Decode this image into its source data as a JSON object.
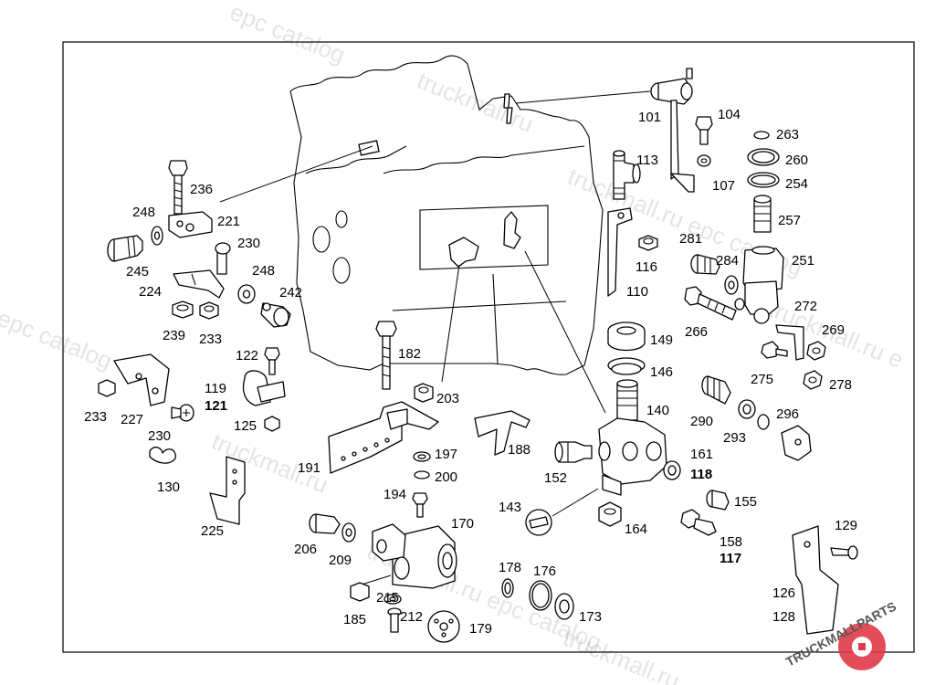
{
  "diagram": {
    "labels": [
      {
        "id": "101",
        "text": "101",
        "bold": false
      },
      {
        "id": "104",
        "text": "104",
        "bold": false
      },
      {
        "id": "263",
        "text": "263",
        "bold": false
      },
      {
        "id": "260",
        "text": "260",
        "bold": false
      },
      {
        "id": "107",
        "text": "107",
        "bold": false
      },
      {
        "id": "254",
        "text": "254",
        "bold": false
      },
      {
        "id": "113",
        "text": "113",
        "bold": false
      },
      {
        "id": "257",
        "text": "257",
        "bold": false
      },
      {
        "id": "116",
        "text": "116",
        "bold": false
      },
      {
        "id": "110",
        "text": "110",
        "bold": false
      },
      {
        "id": "281",
        "text": "281",
        "bold": false
      },
      {
        "id": "284",
        "text": "284",
        "bold": false
      },
      {
        "id": "251",
        "text": "251",
        "bold": false
      },
      {
        "id": "272",
        "text": "272",
        "bold": false
      },
      {
        "id": "266",
        "text": "266",
        "bold": false
      },
      {
        "id": "269",
        "text": "269",
        "bold": false
      },
      {
        "id": "275",
        "text": "275",
        "bold": false
      },
      {
        "id": "278",
        "text": "278",
        "bold": false
      },
      {
        "id": "149",
        "text": "149",
        "bold": false
      },
      {
        "id": "146",
        "text": "146",
        "bold": false
      },
      {
        "id": "140",
        "text": "140",
        "bold": false
      },
      {
        "id": "290",
        "text": "290",
        "bold": false
      },
      {
        "id": "293",
        "text": "293",
        "bold": false
      },
      {
        "id": "296",
        "text": "296",
        "bold": false
      },
      {
        "id": "161",
        "text": "161",
        "bold": false
      },
      {
        "id": "118",
        "text": "118",
        "bold": true
      },
      {
        "id": "152",
        "text": "152",
        "bold": false
      },
      {
        "id": "155",
        "text": "155",
        "bold": false
      },
      {
        "id": "143",
        "text": "143",
        "bold": false
      },
      {
        "id": "164",
        "text": "164",
        "bold": false
      },
      {
        "id": "158",
        "text": "158",
        "bold": false
      },
      {
        "id": "117",
        "text": "117",
        "bold": true
      },
      {
        "id": "129",
        "text": "129",
        "bold": false
      },
      {
        "id": "126",
        "text": "126",
        "bold": false
      },
      {
        "id": "128",
        "text": "128",
        "bold": false
      },
      {
        "id": "236",
        "text": "236",
        "bold": false
      },
      {
        "id": "248a",
        "text": "248",
        "bold": false
      },
      {
        "id": "221",
        "text": "221",
        "bold": false
      },
      {
        "id": "230a",
        "text": "230",
        "bold": false
      },
      {
        "id": "245",
        "text": "245",
        "bold": false
      },
      {
        "id": "248b",
        "text": "248",
        "bold": false
      },
      {
        "id": "224",
        "text": "224",
        "bold": false
      },
      {
        "id": "242",
        "text": "242",
        "bold": false
      },
      {
        "id": "239",
        "text": "239",
        "bold": false
      },
      {
        "id": "233a",
        "text": "233",
        "bold": false
      },
      {
        "id": "182",
        "text": "182",
        "bold": false
      },
      {
        "id": "122",
        "text": "122",
        "bold": false
      },
      {
        "id": "119",
        "text": "119",
        "bold": false
      },
      {
        "id": "121",
        "text": "121",
        "bold": true
      },
      {
        "id": "125",
        "text": "125",
        "bold": false
      },
      {
        "id": "233b",
        "text": "233",
        "bold": false
      },
      {
        "id": "227",
        "text": "227",
        "bold": false
      },
      {
        "id": "230b",
        "text": "230",
        "bold": false
      },
      {
        "id": "130",
        "text": "130",
        "bold": false
      },
      {
        "id": "225",
        "text": "225",
        "bold": false
      },
      {
        "id": "203",
        "text": "203",
        "bold": false
      },
      {
        "id": "188",
        "text": "188",
        "bold": false
      },
      {
        "id": "197",
        "text": "197",
        "bold": false
      },
      {
        "id": "191",
        "text": "191",
        "bold": false
      },
      {
        "id": "200",
        "text": "200",
        "bold": false
      },
      {
        "id": "194",
        "text": "194",
        "bold": false
      },
      {
        "id": "170",
        "text": "170",
        "bold": false
      },
      {
        "id": "206",
        "text": "206",
        "bold": false
      },
      {
        "id": "209",
        "text": "209",
        "bold": false
      },
      {
        "id": "215",
        "text": "215",
        "bold": false
      },
      {
        "id": "178",
        "text": "178",
        "bold": false
      },
      {
        "id": "176",
        "text": "176",
        "bold": false
      },
      {
        "id": "185",
        "text": "185",
        "bold": false
      },
      {
        "id": "212",
        "text": "212",
        "bold": false
      },
      {
        "id": "179",
        "text": "179",
        "bold": false
      },
      {
        "id": "173",
        "text": "173",
        "bold": false
      }
    ]
  },
  "watermark": {
    "lines": [
      "epc catalog",
      "truckmall.ru",
      "truckmall.ru epc catalog",
      "epc catalog",
      "truckmall.ru",
      "truckmall.ru e",
      "truckmall.ru epc catalog",
      "truckmall.ru"
    ]
  },
  "logo": {
    "text": "TRUCKMALLPARTS",
    "accent_color": "#e03a48"
  }
}
